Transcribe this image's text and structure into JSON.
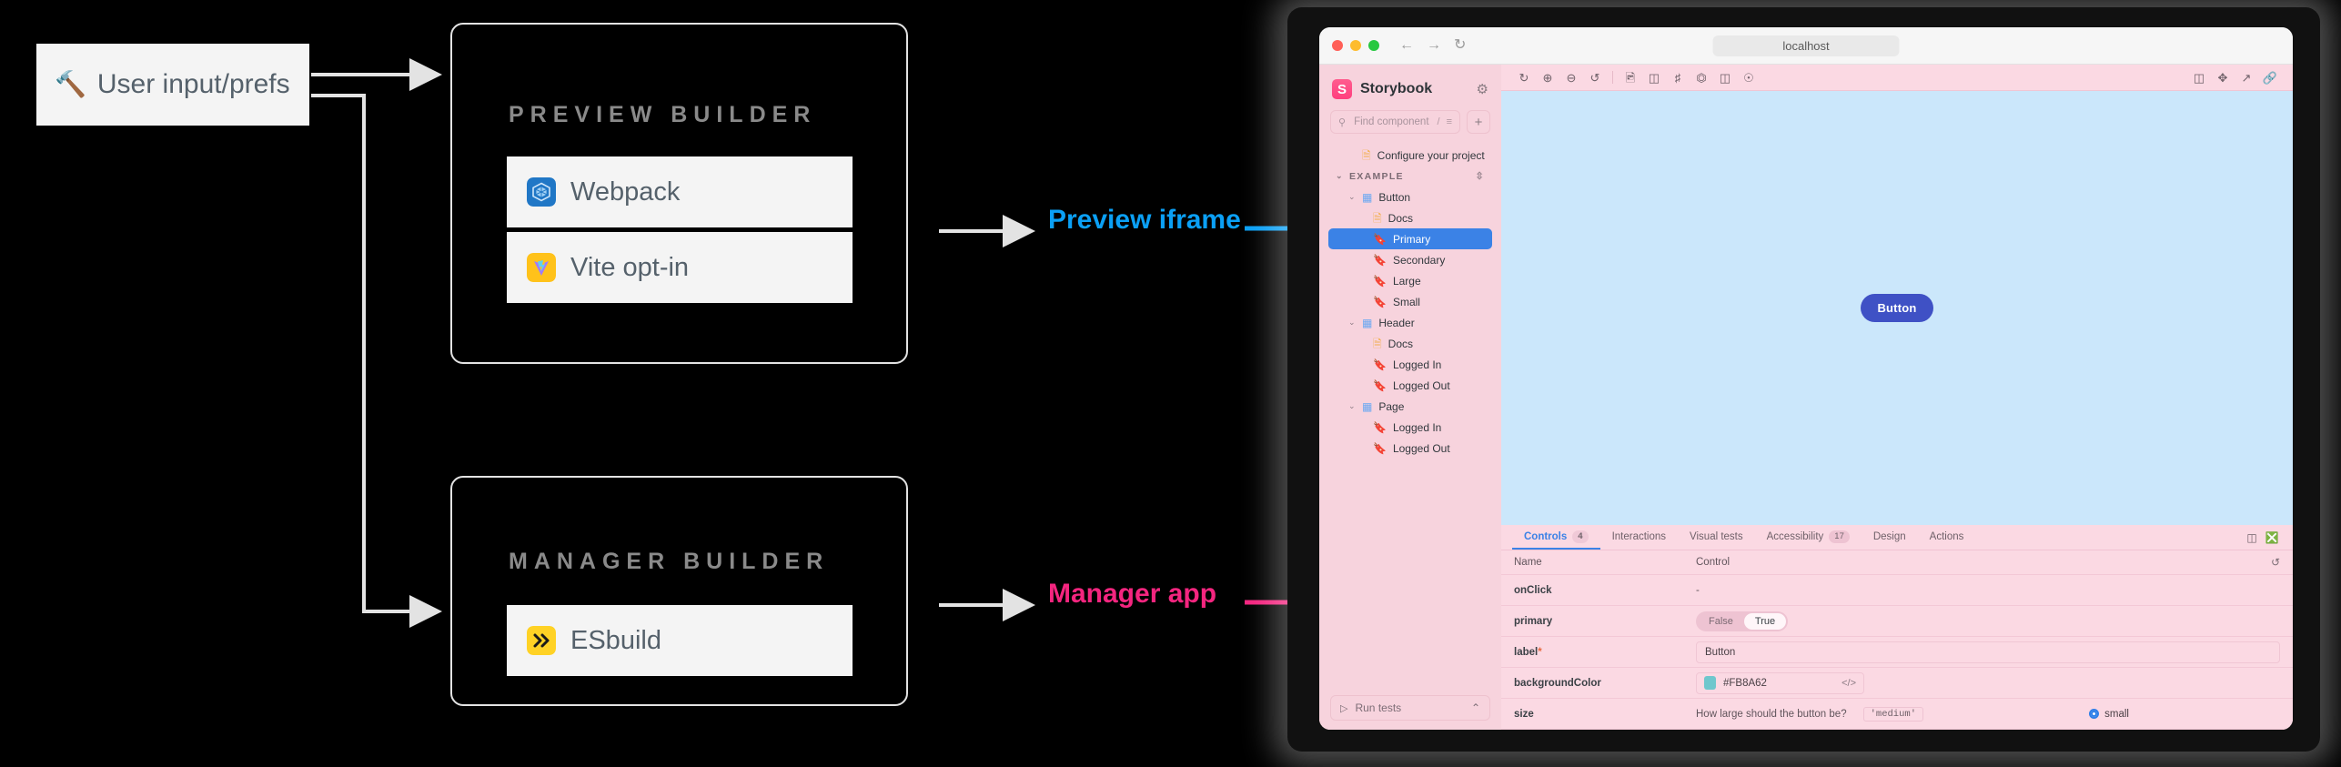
{
  "diagram": {
    "user_box": {
      "label": "User input/prefs",
      "icon": "tools-icon"
    },
    "preview_builder": {
      "title": "PREVIEW BUILDER",
      "options": [
        {
          "label": "Webpack",
          "icon": "webpack-logo"
        },
        {
          "label": "Vite opt-in",
          "icon": "vite-logo"
        }
      ]
    },
    "manager_builder": {
      "title": "MANAGER BUILDER",
      "options": [
        {
          "label": "ESbuild",
          "icon": "esbuild-logo"
        }
      ]
    },
    "edges": [
      {
        "label": "Preview iframe",
        "color": "#0ba0f5"
      },
      {
        "label": "Manager app",
        "color": "#f4257f"
      }
    ]
  },
  "browser": {
    "url": "localhost",
    "nav": {
      "back": "←",
      "forward": "→",
      "reload": "reload-icon"
    }
  },
  "storybook": {
    "brand": "Storybook",
    "brand_mark": "S",
    "settings_icon": "gear-icon",
    "search": {
      "placeholder": "Find components",
      "value": "",
      "shortcut": "/",
      "filter_icon": "filter-icon"
    },
    "add_button": "+",
    "tree": [
      {
        "label": "Configure your project",
        "type": "doc",
        "indent": 1,
        "selected": false,
        "chevron": ""
      },
      {
        "label": "EXAMPLE",
        "type": "group",
        "indent": 0,
        "selected": false,
        "chevron": "⌄"
      },
      {
        "label": "Button",
        "type": "component",
        "indent": 1,
        "selected": false,
        "chevron": "⌄"
      },
      {
        "label": "Docs",
        "type": "doc",
        "indent": 2,
        "selected": false,
        "chevron": ""
      },
      {
        "label": "Primary",
        "type": "story",
        "indent": 2,
        "selected": true,
        "chevron": ""
      },
      {
        "label": "Secondary",
        "type": "story",
        "indent": 2,
        "selected": false,
        "chevron": ""
      },
      {
        "label": "Large",
        "type": "story",
        "indent": 2,
        "selected": false,
        "chevron": ""
      },
      {
        "label": "Small",
        "type": "story",
        "indent": 2,
        "selected": false,
        "chevron": ""
      },
      {
        "label": "Header",
        "type": "component",
        "indent": 1,
        "selected": false,
        "chevron": "⌄"
      },
      {
        "label": "Docs",
        "type": "doc",
        "indent": 2,
        "selected": false,
        "chevron": ""
      },
      {
        "label": "Logged In",
        "type": "story",
        "indent": 2,
        "selected": false,
        "chevron": ""
      },
      {
        "label": "Logged Out",
        "type": "story",
        "indent": 2,
        "selected": false,
        "chevron": ""
      },
      {
        "label": "Page",
        "type": "component",
        "indent": 1,
        "selected": false,
        "chevron": "⌄"
      },
      {
        "label": "Logged In",
        "type": "story",
        "indent": 2,
        "selected": false,
        "chevron": ""
      },
      {
        "label": "Logged Out",
        "type": "story",
        "indent": 2,
        "selected": false,
        "chevron": ""
      }
    ],
    "run_tests": {
      "label": "Run tests",
      "play_icon": "play-icon",
      "collapse_icon": "⌃"
    },
    "toolbar_left": [
      "remount-icon",
      "zoom-in-icon",
      "zoom-out-icon",
      "zoom-reset-icon",
      "backgrounds-icon",
      "viewport-icon",
      "grid-icon",
      "measure-icon",
      "outline-icon",
      "accessibility-icon"
    ],
    "toolbar_right": [
      "sidebar-toggle-icon",
      "fullscreen-icon",
      "open-new-tab-icon",
      "copy-link-icon"
    ],
    "canvas": {
      "button_label": "Button",
      "button_color": "#3f51c5",
      "background": "#cbe7fb"
    },
    "panel": {
      "tabs": [
        {
          "label": "Controls",
          "badge": "4",
          "active": true
        },
        {
          "label": "Interactions",
          "badge": "",
          "active": false
        },
        {
          "label": "Visual tests",
          "badge": "",
          "active": false
        },
        {
          "label": "Accessibility",
          "badge": "17",
          "active": false
        },
        {
          "label": "Design",
          "badge": "",
          "active": false
        },
        {
          "label": "Actions",
          "badge": "",
          "active": false
        }
      ],
      "tab_icons": [
        "panel-position-icon",
        "close-panel-icon"
      ],
      "table": {
        "columns": [
          "Name",
          "Control"
        ],
        "reset_icon": "undo-icon",
        "rows": [
          {
            "name": "onClick",
            "required": false,
            "kind": "empty",
            "value": "-"
          },
          {
            "name": "primary",
            "required": false,
            "kind": "boolean",
            "options": [
              "False",
              "True"
            ],
            "value": "True"
          },
          {
            "name": "label",
            "required": true,
            "kind": "text",
            "value": "Button"
          },
          {
            "name": "backgroundColor",
            "required": false,
            "kind": "color",
            "value": "#FB8A62",
            "swatch": "#6fc7cd"
          },
          {
            "name": "size",
            "required": false,
            "kind": "radio",
            "description": "How large should the button be?",
            "chip": "'medium'",
            "value": "small"
          }
        ]
      }
    }
  }
}
